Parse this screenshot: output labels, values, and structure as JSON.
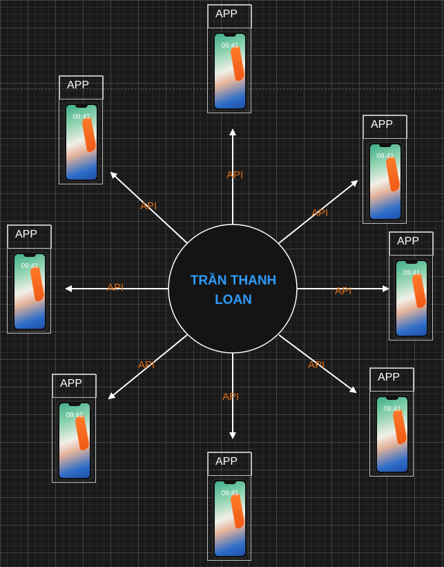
{
  "hub": {
    "line1": "TRẦN THANH",
    "line2": "LOAN",
    "color": "#2f9bff"
  },
  "app_label": "APP",
  "phone_time": "09:41",
  "connector_label": "API",
  "colors": {
    "arrow": "#ffffff",
    "api_text": "#e06e12",
    "background": "#1a1a1a"
  },
  "nodes": [
    {
      "name": "app-top",
      "label": "APP"
    },
    {
      "name": "app-top-left",
      "label": "APP"
    },
    {
      "name": "app-top-right",
      "label": "APP"
    },
    {
      "name": "app-left",
      "label": "APP"
    },
    {
      "name": "app-right",
      "label": "APP"
    },
    {
      "name": "app-bottom-left",
      "label": "APP"
    },
    {
      "name": "app-bottom-right",
      "label": "APP"
    },
    {
      "name": "app-bottom",
      "label": "APP"
    }
  ],
  "edges": [
    {
      "name": "api-top",
      "label": "API"
    },
    {
      "name": "api-top-left",
      "label": "API"
    },
    {
      "name": "api-top-right",
      "label": "API"
    },
    {
      "name": "api-left",
      "label": "API"
    },
    {
      "name": "api-right",
      "label": "API"
    },
    {
      "name": "api-bottom-left",
      "label": "API"
    },
    {
      "name": "api-bottom-right",
      "label": "API"
    },
    {
      "name": "api-bottom",
      "label": "API"
    }
  ]
}
